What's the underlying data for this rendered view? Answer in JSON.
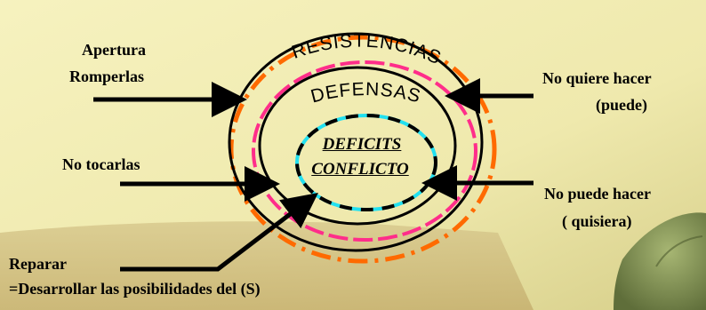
{
  "diagram": {
    "rings": {
      "outer_label": "RESISTENCIAS",
      "middle_label": "DEFENSAS",
      "inner_label_1": "DEFICITS",
      "inner_label_2": "CONFLICTO"
    },
    "left_labels": {
      "apertura": "Apertura",
      "romperlas": "Romperlas",
      "no_tocarlas": "No tocarlas",
      "reparar": "Reparar",
      "desarrollar": "=Desarrollar las posibilidades del (S)"
    },
    "right_labels": {
      "no_quiere": "No quiere hacer",
      "puede": "(puede)",
      "no_puede": "No puede hacer",
      "quisiera": "( quisiera)"
    },
    "colors": {
      "background": "#f4f0b9",
      "orange_dash": "#ff6a00",
      "pink_dash": "#ff2d8a",
      "cyan_dash": "#22e0f0",
      "line": "#000000"
    }
  }
}
